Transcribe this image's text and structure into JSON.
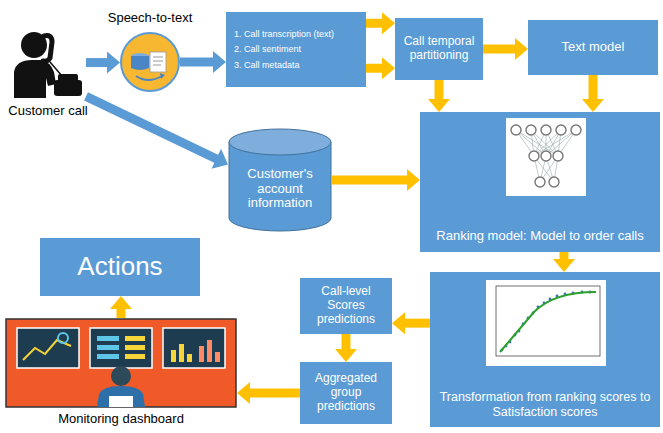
{
  "diagram": {
    "nodes": [
      {
        "text": [
          "Customer call"
        ]
      },
      {
        "text": [
          "Speech-to-text"
        ]
      },
      {
        "text": [
          "1. Call transcription (text)",
          "2. Call sentiment",
          "3. Call metadata"
        ]
      },
      {
        "text": [
          "Call temporal partitioning"
        ]
      },
      {
        "text": [
          "Text model"
        ]
      },
      {
        "text": [
          "Customer's account information"
        ]
      },
      {
        "text": [
          "Ranking model: Model to order calls"
        ]
      },
      {
        "text": [
          "Transformation from ranking scores to Satisfaction scores"
        ]
      },
      {
        "text": [
          "Call-level Scores predictions"
        ]
      },
      {
        "text": [
          "Aggregated group predictions"
        ]
      },
      {
        "text": [
          "Monitoring dashboard"
        ]
      },
      {
        "text": [
          "Actions"
        ]
      }
    ],
    "edges": [
      {
        "from": 0,
        "to": 1,
        "arrow": "to"
      },
      {
        "from": 1,
        "to": 2,
        "arrow": "to"
      },
      {
        "from": 0,
        "to": 5,
        "arrow": "to"
      },
      {
        "from": 2,
        "to": 3,
        "arrow": "to"
      },
      {
        "from": 2,
        "to": 3,
        "arrow": "to"
      },
      {
        "from": 3,
        "to": 4,
        "arrow": "to"
      },
      {
        "from": 3,
        "to": 6,
        "arrow": "to"
      },
      {
        "from": 4,
        "to": 6,
        "arrow": "to"
      },
      {
        "from": 5,
        "to": 6,
        "arrow": "to"
      },
      {
        "from": 6,
        "to": 7,
        "arrow": "to"
      },
      {
        "from": 7,
        "to": 8,
        "arrow": "to"
      },
      {
        "from": 8,
        "to": 9,
        "arrow": "to"
      },
      {
        "from": 9,
        "to": 10,
        "arrow": "to"
      },
      {
        "from": 10,
        "to": 11,
        "arrow": "to"
      }
    ]
  }
}
